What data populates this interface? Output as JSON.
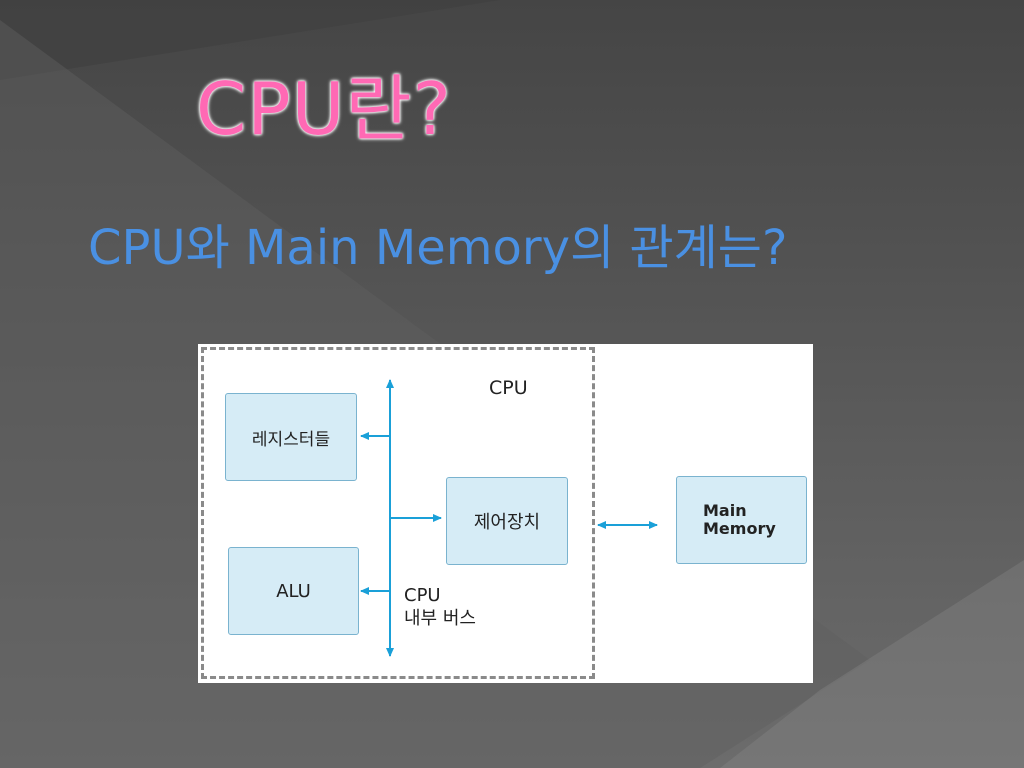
{
  "slide": {
    "title": "CPU란?",
    "subtitle": "CPU와 Main Memory의 관계는?"
  },
  "diagram": {
    "cpu_label": "CPU",
    "registers_label": "레지스터들",
    "alu_label": "ALU",
    "control_unit_label": "제어장치",
    "internal_bus_label_line1": "CPU",
    "internal_bus_label_line2": "내부 버스",
    "main_memory_line1": "Main",
    "main_memory_line2": "Memory"
  },
  "colors": {
    "title": "#ff69b4",
    "subtitle": "#4a90e2",
    "box_fill": "#d6ecf6",
    "arrow": "#1aa0d8"
  }
}
